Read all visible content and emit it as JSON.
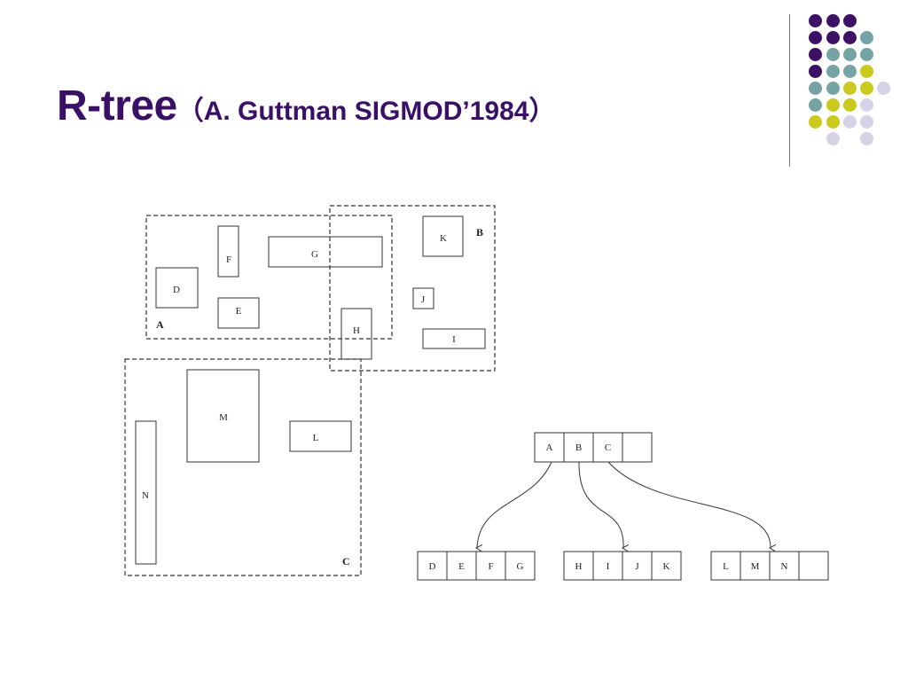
{
  "title": {
    "main": "R-tree",
    "citation": "（A. Guttman   SIGMOD’1984）"
  },
  "colors": {
    "title": "#3a0f66",
    "dot_purple": "#3d1166",
    "dot_teal": "#76a3a3",
    "dot_yellow": "#c9c91e",
    "dot_lavender": "#d6d3e6"
  },
  "regions": {
    "A": "A",
    "B": "B",
    "C": "C",
    "D": "D",
    "E": "E",
    "F": "F",
    "G": "G",
    "H": "H",
    "I": "I",
    "J": "J",
    "K": "K",
    "L": "L",
    "M": "M",
    "N": "N"
  },
  "tree": {
    "root": [
      "A",
      "B",
      "C",
      ""
    ],
    "leaf_a": [
      "D",
      "E",
      "F",
      "G"
    ],
    "leaf_b": [
      "H",
      "I",
      "J",
      "K"
    ],
    "leaf_c": [
      "L",
      "M",
      "N",
      ""
    ]
  }
}
